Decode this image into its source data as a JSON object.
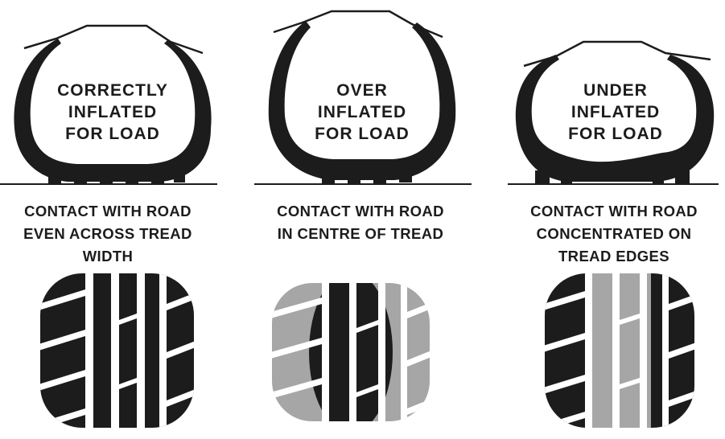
{
  "panels": [
    {
      "tyre_label": [
        "CORRECTLY",
        "INFLATED",
        "FOR LOAD"
      ],
      "caption": [
        "CONTACT WITH ROAD",
        "EVEN ACROSS TREAD",
        "WIDTH"
      ],
      "contact": "full-width"
    },
    {
      "tyre_label": [
        "OVER",
        "INFLATED",
        "FOR LOAD"
      ],
      "caption": [
        "CONTACT WITH ROAD",
        "IN CENTRE OF TREAD"
      ],
      "contact": "centre"
    },
    {
      "tyre_label": [
        "UNDER",
        "INFLATED",
        "FOR LOAD"
      ],
      "caption": [
        "CONTACT WITH ROAD",
        "CONCENTRATED ON",
        "TREAD EDGES"
      ],
      "contact": "edges"
    }
  ],
  "colors": {
    "ink": "#1c1c1c",
    "contact": "#1c1c1c",
    "no_contact": "#a6a6a6",
    "background": "#ffffff"
  }
}
